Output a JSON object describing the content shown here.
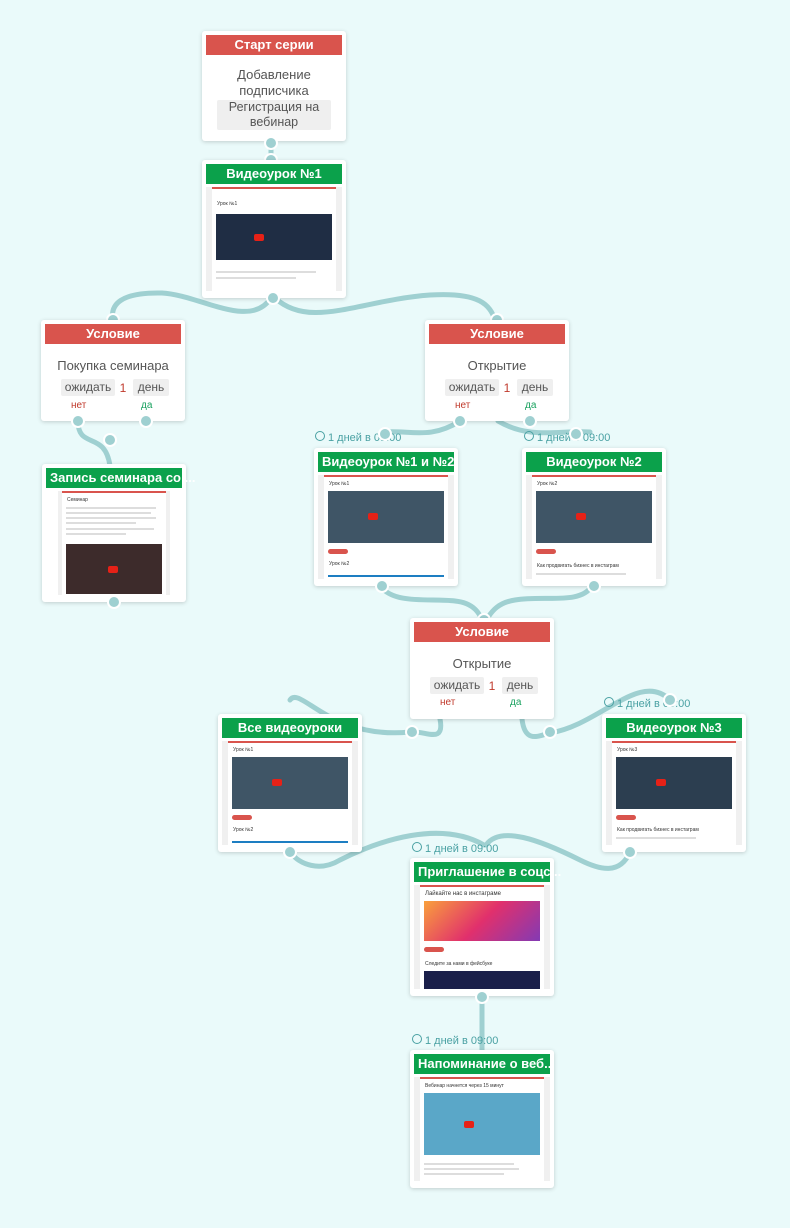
{
  "colors": {
    "background": "#eafafa",
    "red": "#d9544d",
    "green": "#0ba14b",
    "link": "#9fd0d1",
    "delay": "#4aa1a3"
  },
  "start": {
    "header": "Старт серии",
    "title": "Добавление подписчика",
    "tag": "Регистрация на вебинар"
  },
  "lesson1": {
    "header": "Видеоурок №1",
    "preview": {
      "top": "Урок №1"
    }
  },
  "cond1": {
    "header": "Условие",
    "title": "Покупка семинара",
    "wait": "ожидать",
    "num": "1",
    "unit": "день",
    "no": "нет",
    "yes": "да"
  },
  "cond2": {
    "header": "Условие",
    "title": "Открытие",
    "wait": "ожидать",
    "num": "1",
    "unit": "день",
    "no": "нет",
    "yes": "да"
  },
  "cond3": {
    "header": "Условие",
    "title": "Открытие",
    "wait": "ожидать",
    "num": "1",
    "unit": "день",
    "no": "нет",
    "yes": "да"
  },
  "seminar": {
    "header": "Запись семинара со ...",
    "preview": {
      "top": "Семинар"
    }
  },
  "lesson12": {
    "header": "Видеоурок №1 и №2",
    "delay": "1 дней в 09:00",
    "preview": {
      "top": "Урок №1",
      "bottom": "Урок №2"
    }
  },
  "lesson2": {
    "header": "Видеоурок №2",
    "delay": "1 дней в 09:00",
    "preview": {
      "top": "Урок №2",
      "bottom": "Как продвигать бизнес в инстаграм"
    }
  },
  "allLessons": {
    "header": "Все видеоуроки",
    "preview": {
      "top": "Урок №1",
      "bottom": "Урок №2"
    }
  },
  "lesson3": {
    "header": "Видеоурок №3",
    "delay": "1 дней в 09:00",
    "preview": {
      "top": "Урок №3",
      "bottom": "Как продвигать бизнес в инстаграм"
    }
  },
  "invite": {
    "header": "Приглашение в соцс...",
    "delay": "1 дней в 09:00",
    "preview": {
      "top": "Лайкайте нас в инстаграме",
      "bottom": "Следите за нами в фейсбуке"
    }
  },
  "reminder": {
    "header": "Напоминание о веб...",
    "delay": "1 дней в 09:00",
    "preview": {
      "top": "Вебинар начнется через 15 минут"
    }
  }
}
